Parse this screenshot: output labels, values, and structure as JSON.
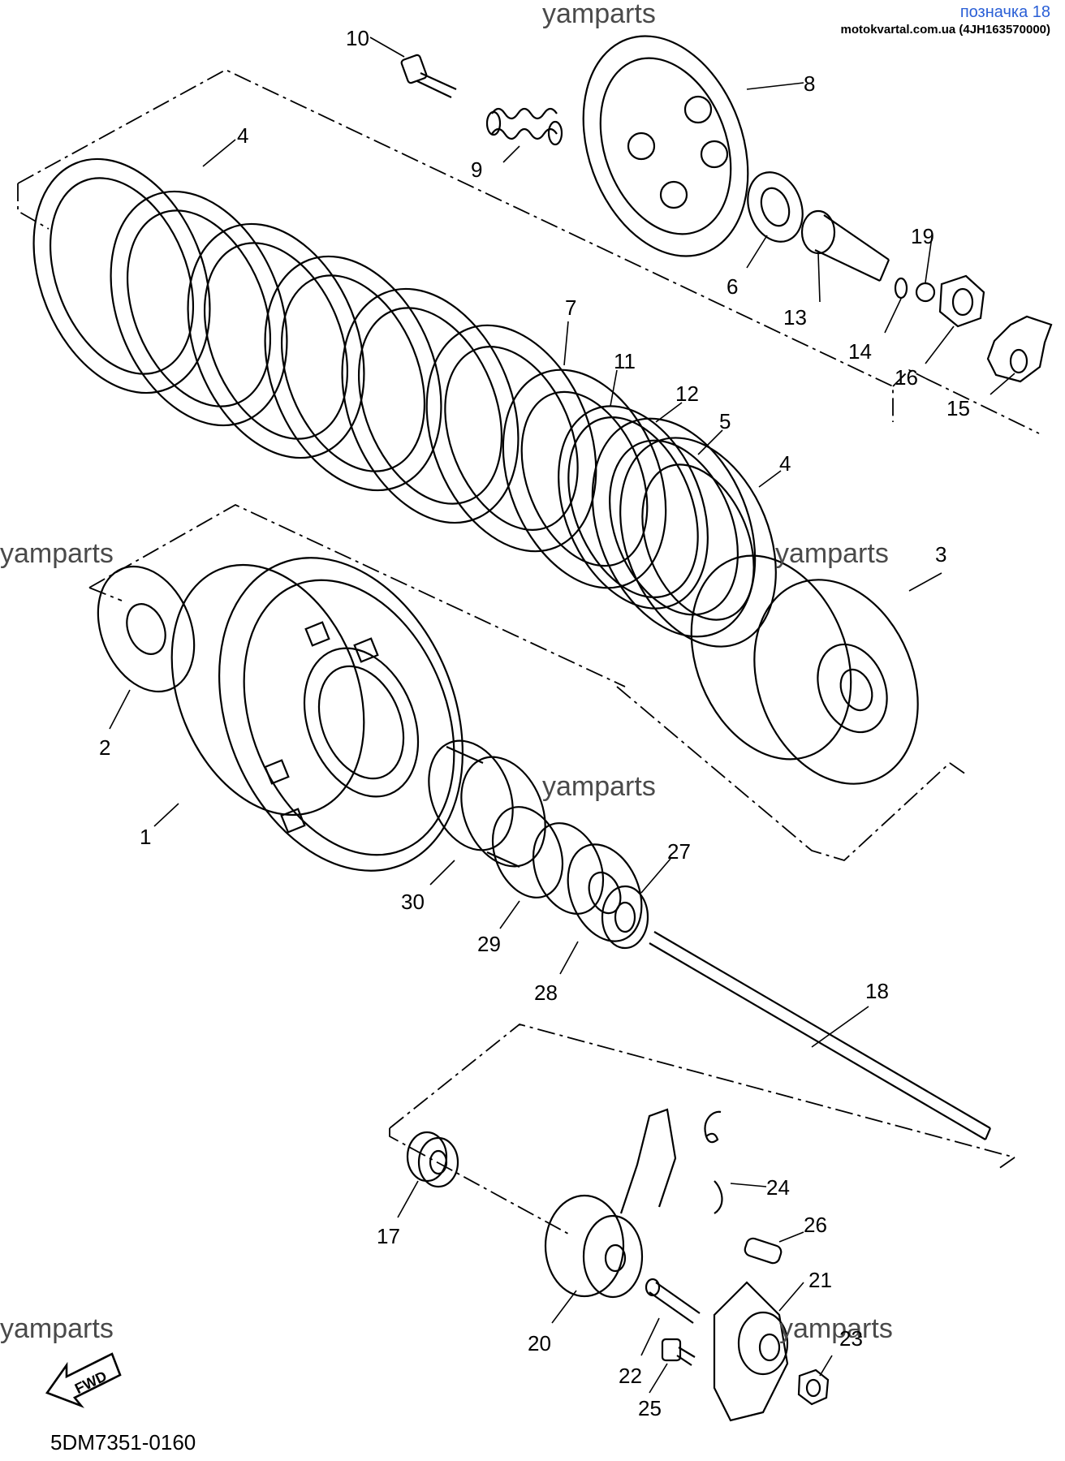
{
  "header": {
    "title": "позначка 18",
    "subtitle": "motokvartal.com.ua (4JH163570000)"
  },
  "watermark": "yamparts",
  "drawing_code": "5DM7351-0160",
  "fwd_label": "FWD",
  "callouts": {
    "c1": "1",
    "c2": "2",
    "c3": "3",
    "c4a": "4",
    "c4b": "4",
    "c5": "5",
    "c6": "6",
    "c7": "7",
    "c8": "8",
    "c9": "9",
    "c10": "10",
    "c11": "11",
    "c12": "12",
    "c13": "13",
    "c14": "14",
    "c15": "15",
    "c16": "16",
    "c17": "17",
    "c18": "18",
    "c19": "19",
    "c20": "20",
    "c21": "21",
    "c22": "22",
    "c23": "23",
    "c24": "24",
    "c25": "25",
    "c26": "26",
    "c27": "27",
    "c28": "28",
    "c29": "29",
    "c30": "30"
  }
}
